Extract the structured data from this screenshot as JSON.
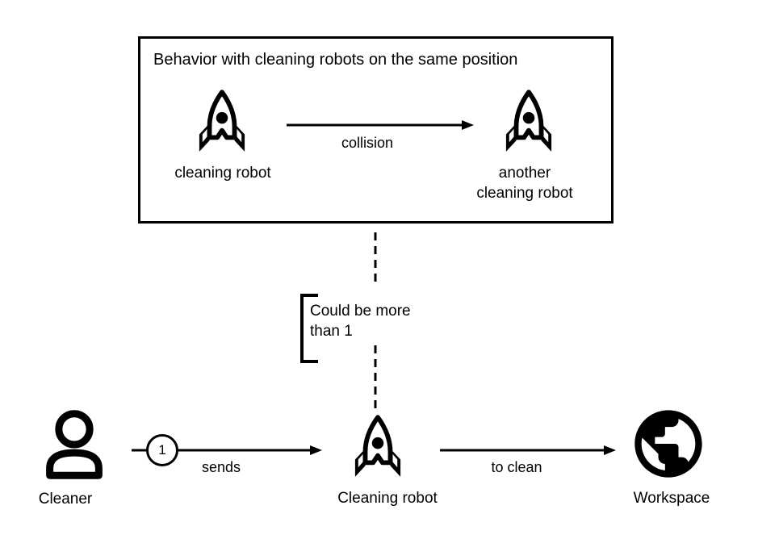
{
  "colors": {
    "ink": "#000000",
    "background": "#ffffff"
  },
  "behavior_box": {
    "title": "Behavior with cleaning robots on the same position",
    "left_node": {
      "icon": "rocket-icon",
      "label": "cleaning robot"
    },
    "edge": {
      "label": "collision"
    },
    "right_node": {
      "icon": "rocket-icon",
      "label": "another\ncleaning robot"
    }
  },
  "annotation": {
    "text": "Could be more\nthan 1"
  },
  "flow": {
    "cleaner": {
      "icon": "person-icon",
      "label": "Cleaner"
    },
    "sends_edge": {
      "badge": "1",
      "label": "sends"
    },
    "robot": {
      "icon": "rocket-icon",
      "label": "Cleaning robot"
    },
    "clean_edge": {
      "label": "to clean"
    },
    "workspace": {
      "icon": "globe-icon",
      "label": "Workspace"
    }
  }
}
